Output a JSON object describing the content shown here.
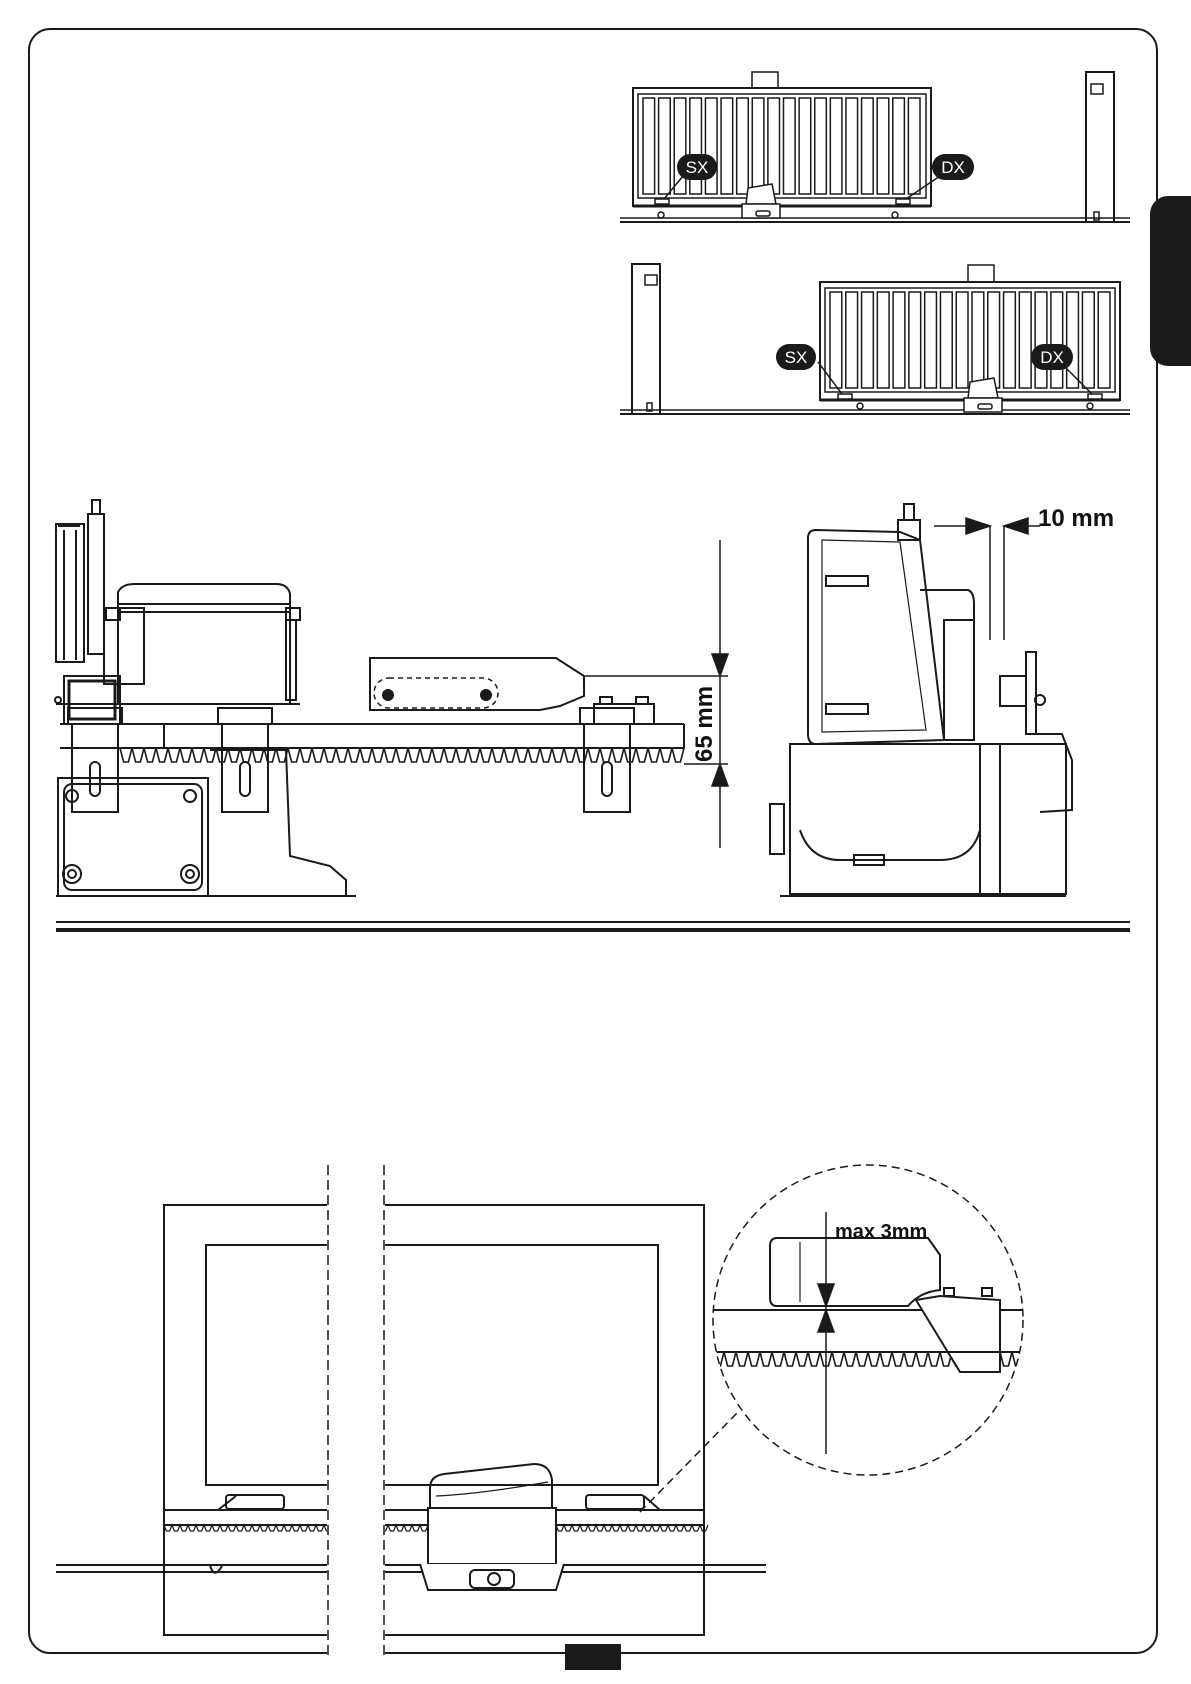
{
  "figure_top": {
    "labels": {
      "left": "SX",
      "right": "DX"
    }
  },
  "figure_middle": {
    "dim_vertical": "65 mm",
    "dim_horizontal": "10 mm"
  },
  "figure_bottom": {
    "detail_label": "max 3mm"
  },
  "colors": {
    "ink": "#1a1a1a",
    "paper": "#ffffff"
  }
}
